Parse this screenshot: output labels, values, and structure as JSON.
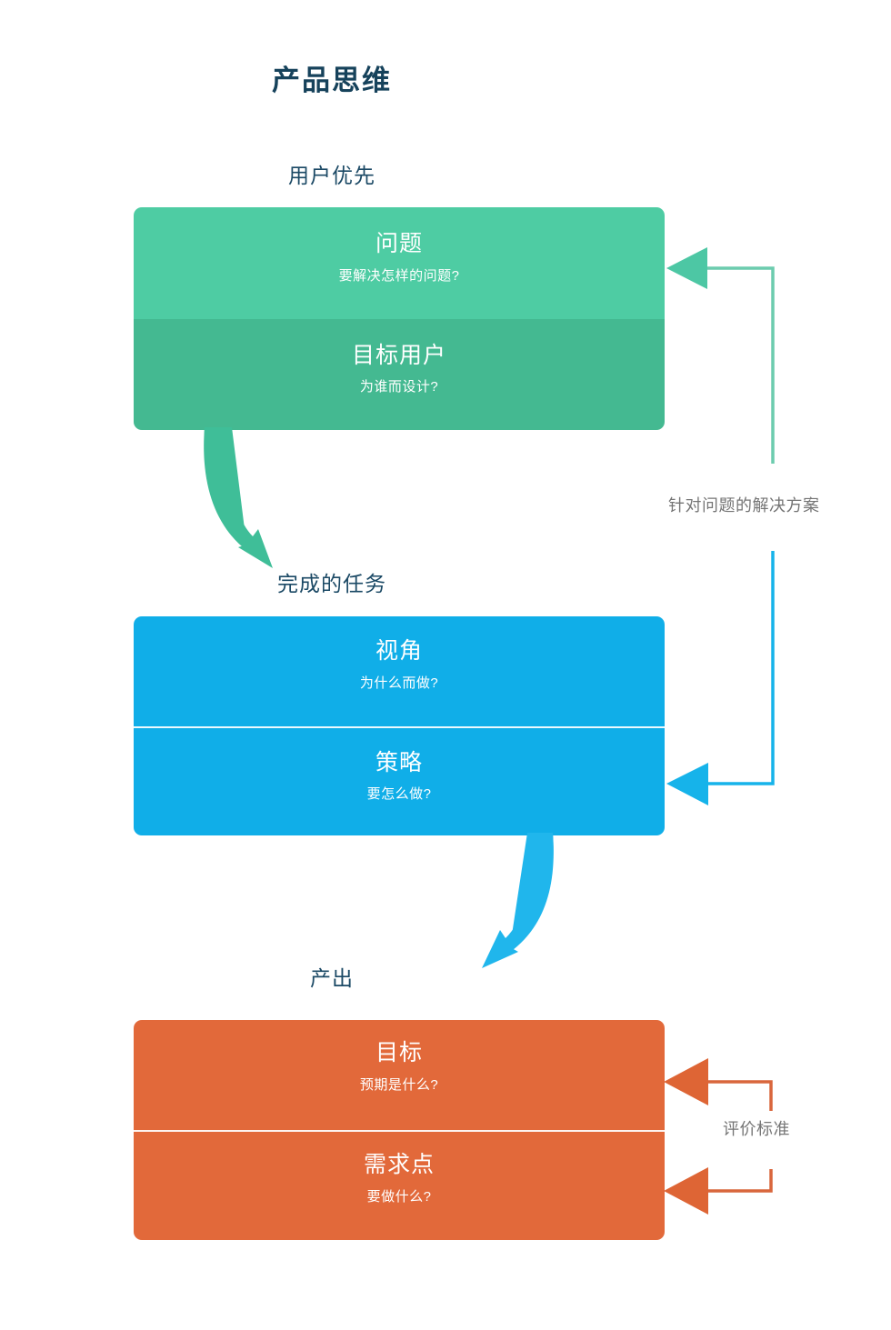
{
  "title": "产品思维",
  "colors": {
    "title": "#16425B",
    "section_label": "#1B4965",
    "green_light": "#4ECCA3",
    "green_dark": "#44B991",
    "blue": "#10AEE8",
    "orange": "#E2693A",
    "side_label": "#757575",
    "background": "#FFFFFF"
  },
  "sections": [
    {
      "key": "users",
      "label": "用户优先",
      "cells": [
        {
          "title": "问题",
          "sub": "要解决怎样的问题?"
        },
        {
          "title": "目标用户",
          "sub": "为谁而设计?"
        }
      ]
    },
    {
      "key": "tasks",
      "label": "完成的任务",
      "cells": [
        {
          "title": "视角",
          "sub": "为什么而做?"
        },
        {
          "title": "策略",
          "sub": "要怎么做?"
        }
      ]
    },
    {
      "key": "output",
      "label": "产出",
      "cells": [
        {
          "title": "目标",
          "sub": "预期是什么?"
        },
        {
          "title": "需求点",
          "sub": "要做什么?"
        }
      ]
    }
  ],
  "connectors": {
    "flow_green_down": "curved-down-arrow-green",
    "flow_blue_down": "curved-down-arrow-blue",
    "feedback_solution": {
      "label": "针对问题的解决方案",
      "icon": "left-arrow-green",
      "icon2": "left-arrow-blue"
    },
    "feedback_criteria": {
      "label": "评价标准",
      "icon": "left-arrow-orange",
      "icon2": "left-arrow-orange"
    }
  }
}
